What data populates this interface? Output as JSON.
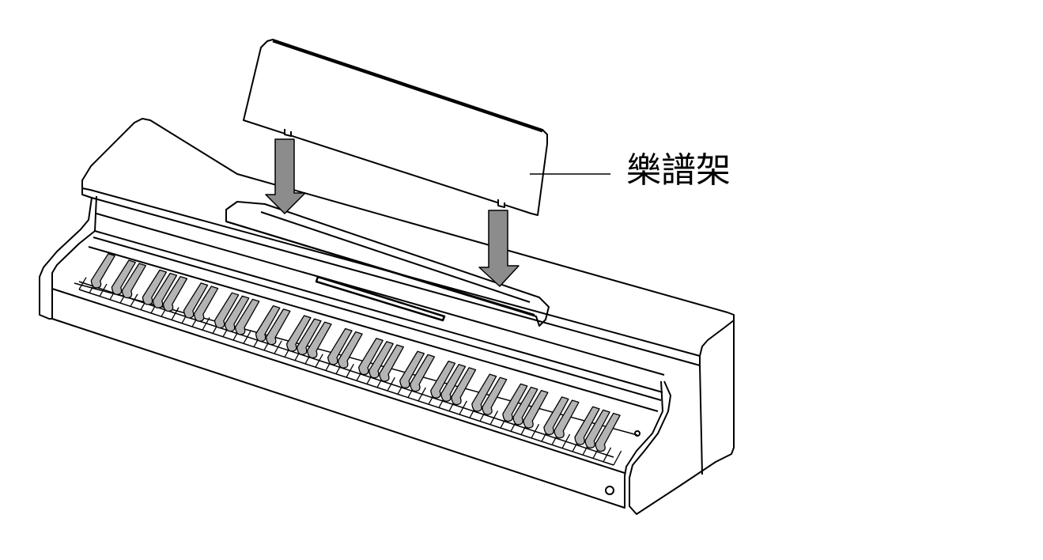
{
  "diagram": {
    "callout_label": "樂譜架"
  },
  "colors": {
    "line": "#000000",
    "background": "#ffffff",
    "key_fill": "#b4b4b4",
    "arrow_fill": "#8c8c8c"
  },
  "keyboard": {
    "white_key_count": 52,
    "black_key_count": 36
  }
}
